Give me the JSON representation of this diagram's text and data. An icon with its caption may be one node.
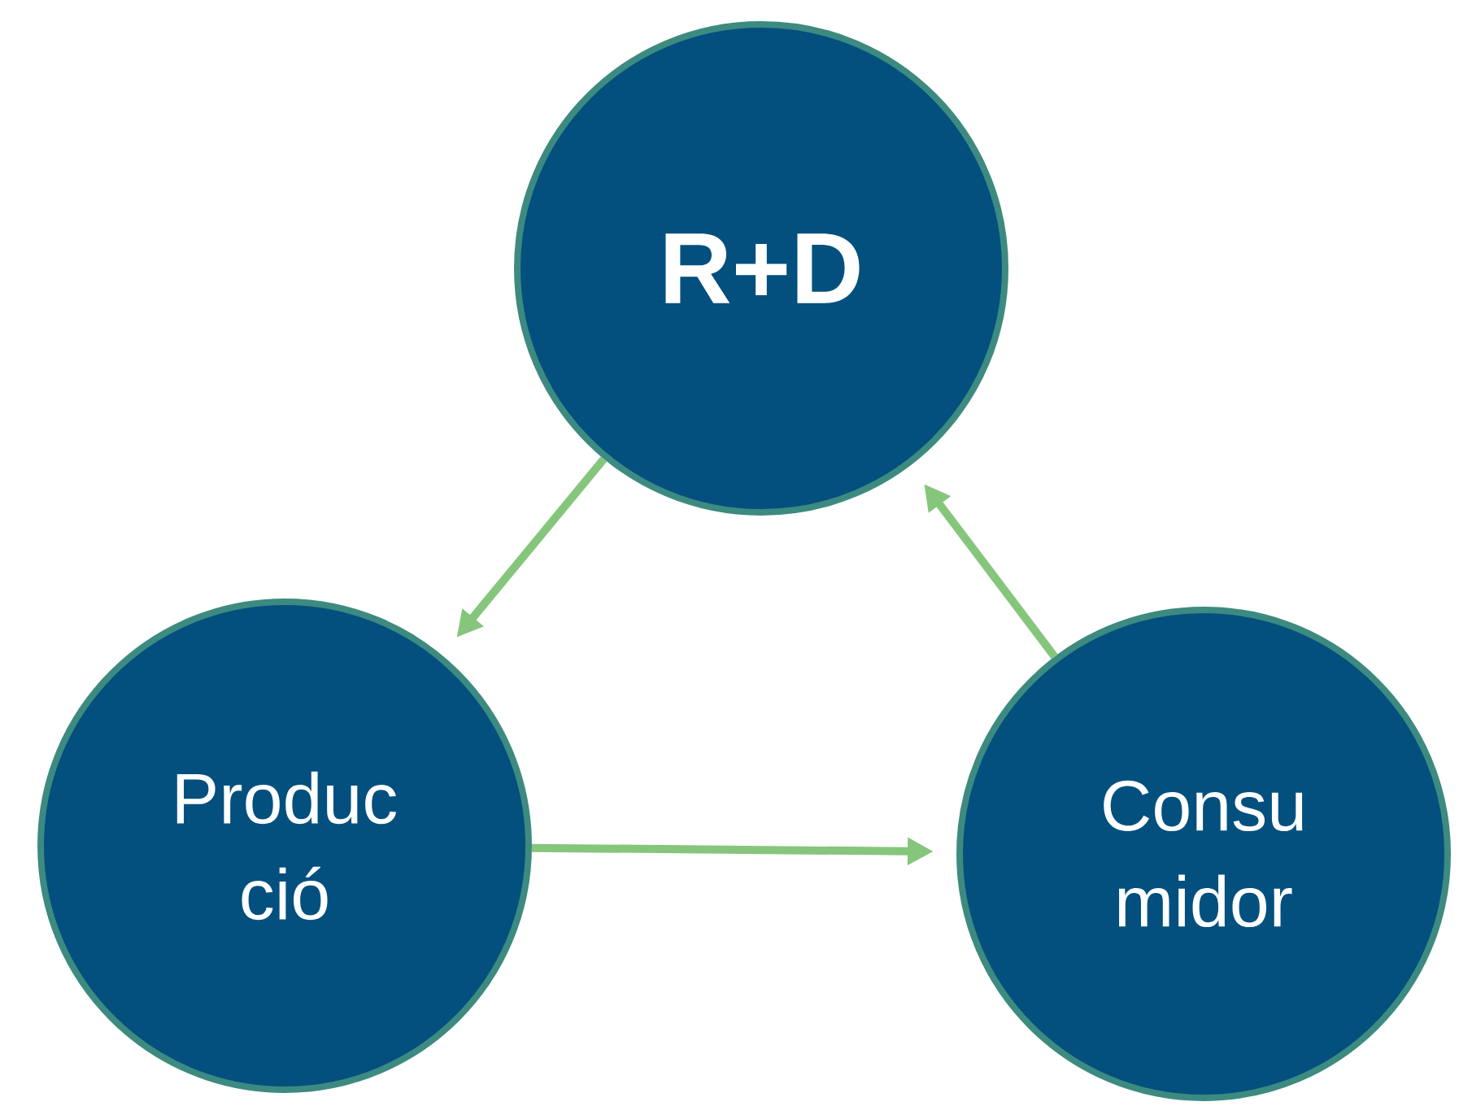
{
  "diagram": {
    "nodes": [
      {
        "text": [
          "R+D"
        ]
      },
      {
        "text": [
          "Produc ció"
        ]
      },
      {
        "text": [
          "Consu midor"
        ]
      }
    ],
    "edges": [
      {
        "from": 0,
        "to": 1,
        "arrow": "to"
      },
      {
        "from": 1,
        "to": 2,
        "arrow": "to"
      },
      {
        "from": 2,
        "to": 0,
        "arrow": "to"
      }
    ]
  }
}
